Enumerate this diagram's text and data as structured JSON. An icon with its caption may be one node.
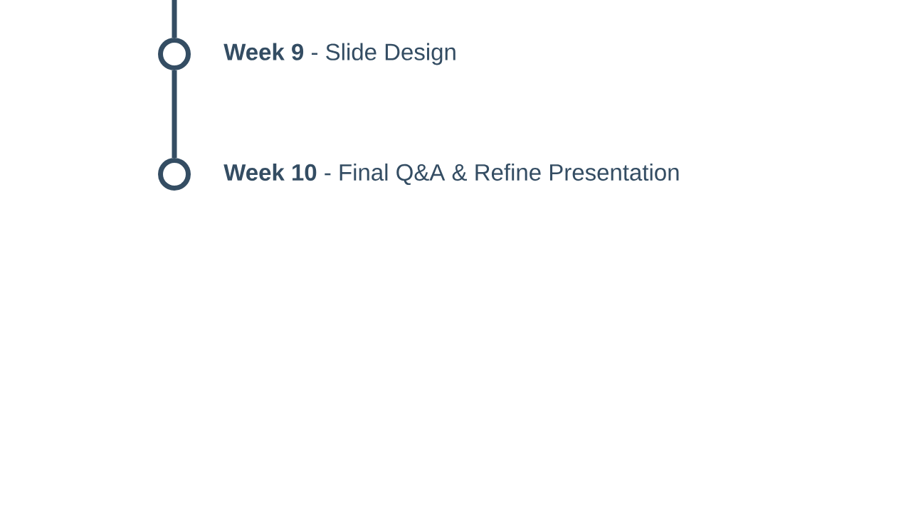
{
  "diagram": {
    "nodes": [
      {
        "text": [],
        "shape": "circle",
        "beside": [
          "**Week 9** - Slide Design"
        ]
      },
      {
        "text": [],
        "shape": "circle",
        "beside": [
          "**Week 10** - Final Q&A & Refine Presentation"
        ]
      }
    ],
    "edges": [
      {
        "from": null,
        "to": 0,
        "arrow": "none"
      },
      {
        "from": 0,
        "to": 1,
        "arrow": "none"
      }
    ]
  }
}
